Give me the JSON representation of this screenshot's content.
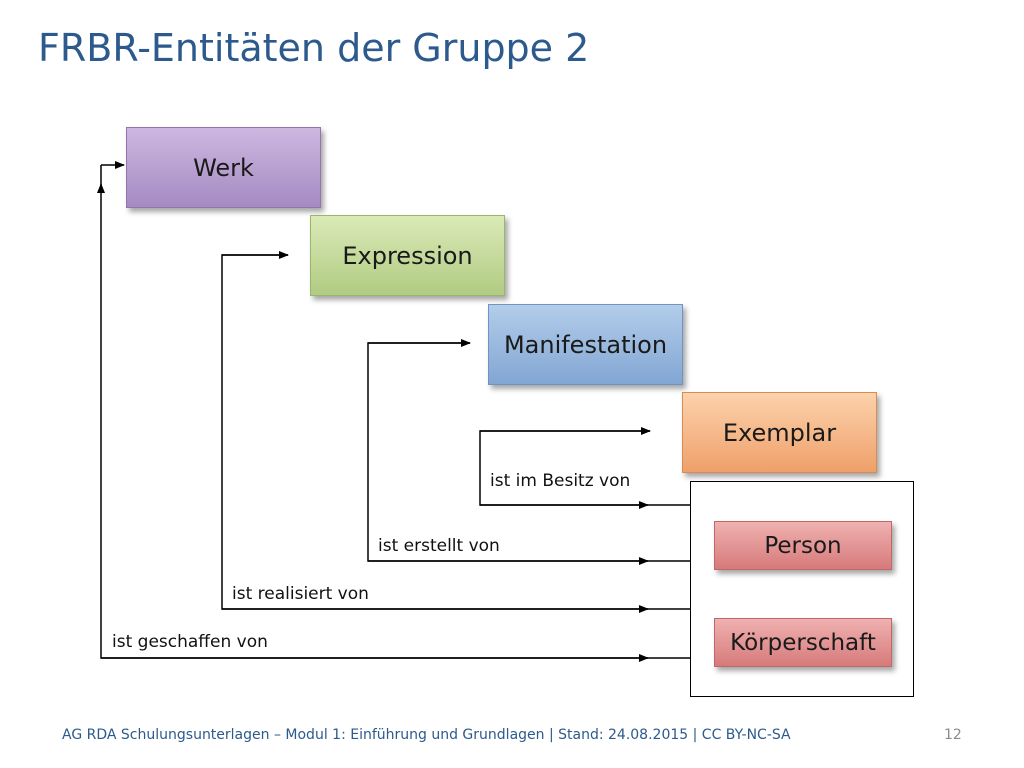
{
  "slide": {
    "title": "FRBR-Entitäten der Gruppe 2",
    "footer": "AG RDA Schulungsunterlagen – Modul 1: Einführung und Grundlagen | Stand: 24.08.2015 | CC BY-NC-SA",
    "page_number": "12"
  },
  "entities": {
    "werk": "Werk",
    "expression": "Expression",
    "manifestation": "Manifestation",
    "exemplar": "Exemplar",
    "person": "Person",
    "koerperschaft": "Körperschaft"
  },
  "relations": {
    "besitz": "ist im Besitz von",
    "erstellt": "ist erstellt von",
    "realisiert": "ist realisiert von",
    "geschaffen": "ist geschaffen von"
  },
  "colors": {
    "title": "#2c5a8c",
    "werk": "#b39dcf",
    "expression": "#c3d99b",
    "manifestation": "#95b6df",
    "exemplar": "#f6b987",
    "group2": "#e29596"
  }
}
